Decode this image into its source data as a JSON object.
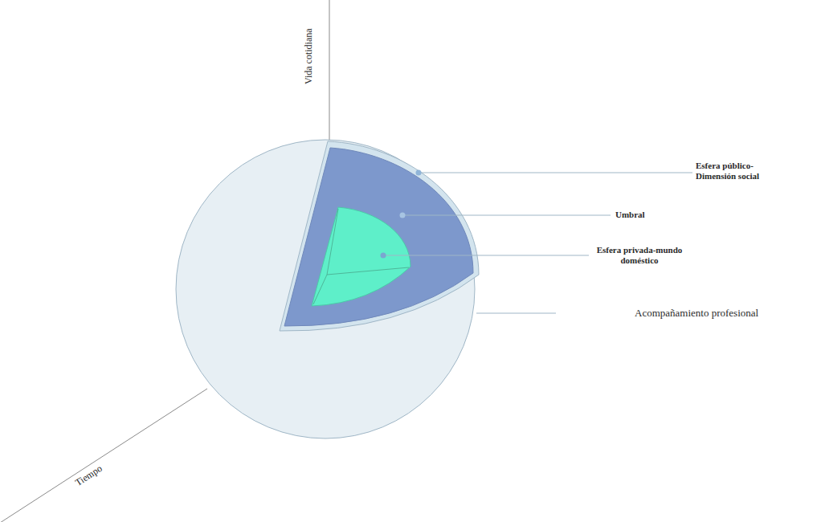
{
  "diagram": {
    "labels": [
      "Vida cotidiana",
      "Esfera público-Dimensión social",
      "Umbral",
      "Esfera privada-mundo doméstico",
      "Acompañamiento profesional",
      "Tiempo"
    ]
  }
}
